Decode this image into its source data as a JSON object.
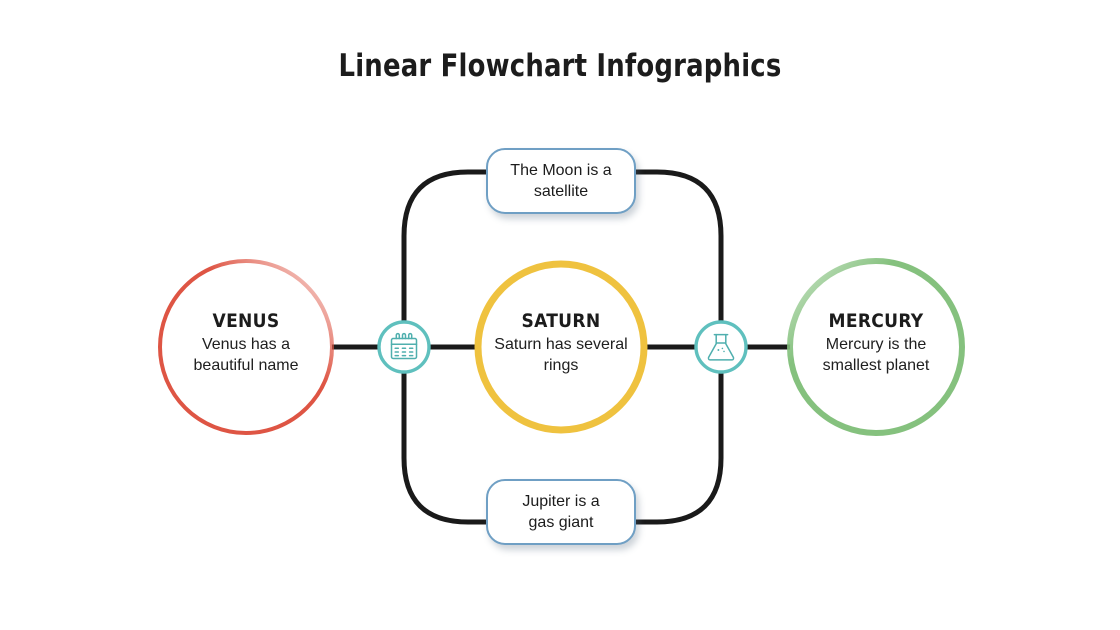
{
  "slide": {
    "title": "Linear Flowchart Infographics",
    "background": "#ffffff"
  },
  "colors": {
    "venus": "#DE5544",
    "saturn": "#EFC23F",
    "mercury": "#85C17E",
    "badge_ring": "#5FC0BE",
    "badge_icon": "#4FAFAE",
    "callout_border": "#6F9FC4",
    "connector": "#1A1A1A",
    "text": "#1C1C1C"
  },
  "nodes": [
    {
      "id": "venus",
      "title": "VENUS",
      "desc": "Venus has a\nbeautiful name",
      "desc_lines": [
        "Venus has a",
        "beautiful name"
      ],
      "color": "#DE5544"
    },
    {
      "id": "saturn",
      "title": "SATURN",
      "desc": "Saturn has several\nrings",
      "desc_lines": [
        "Saturn has several",
        "rings"
      ],
      "color": "#EFC23F"
    },
    {
      "id": "mercury",
      "title": "MERCURY",
      "desc": "Mercury is the\nsmallest planet",
      "desc_lines": [
        "Mercury is the",
        "smallest planet"
      ],
      "color": "#85C17E"
    }
  ],
  "callouts": [
    {
      "id": "moon",
      "position": "top",
      "text": "The Moon is a satellite",
      "lines": [
        "The Moon is a",
        "satellite"
      ]
    },
    {
      "id": "jupiter",
      "position": "bottom",
      "text": "Jupiter is a gas giant",
      "lines": [
        "Jupiter is a",
        "gas giant"
      ]
    }
  ],
  "badges": [
    {
      "id": "left",
      "icon": "calendar-icon",
      "ring_color": "#5FC0BE"
    },
    {
      "id": "right",
      "icon": "flask-icon",
      "ring_color": "#5FC0BE"
    }
  ]
}
